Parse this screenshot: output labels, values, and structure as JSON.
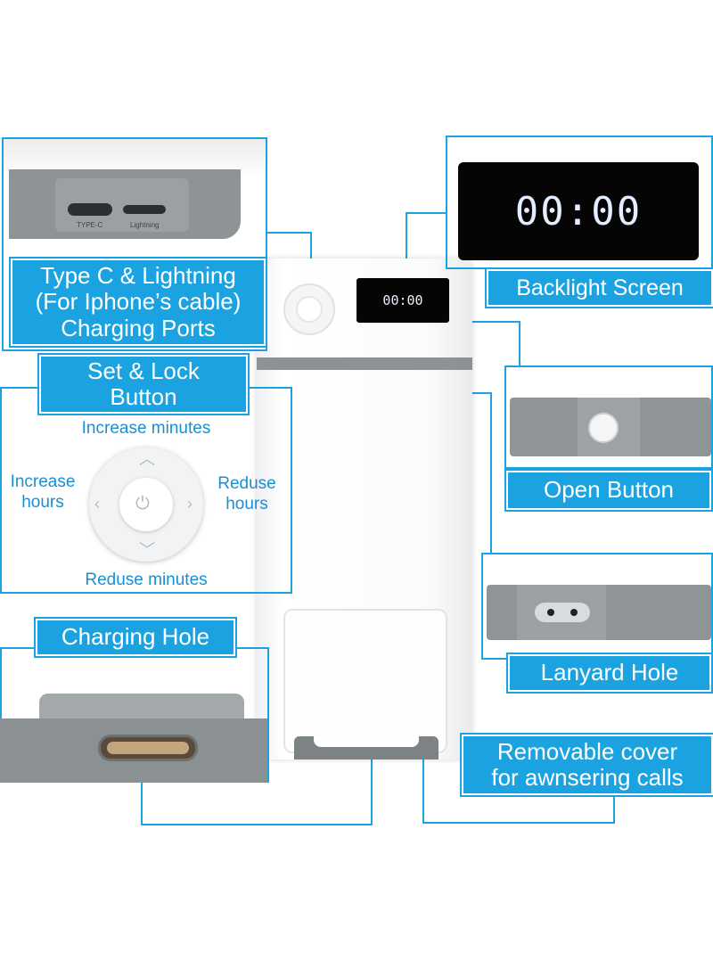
{
  "labels": {
    "ports": "Type C & Lightning\n(For Iphone’s cable)\nCharging Ports",
    "screen": "Backlight Screen",
    "set_lock": "Set & Lock\nButton",
    "open": "Open Button",
    "lanyard": "Lanyard Hole",
    "charging_hole": "Charging Hole",
    "cover": "Removable cover\nfor awnsering calls"
  },
  "dial_labels": {
    "increase_minutes": "Increase minutes",
    "increase_hours": "Increase\nhours",
    "reduse_hours": "Reduse\nhours",
    "reduse_minutes": "Reduse minutes"
  },
  "port_captions": {
    "type_c": "TYPE-C",
    "lightning": "Lightning"
  },
  "screen_display": "00:00",
  "mini_display": "00:00",
  "colors": {
    "accent": "#1aa3e0",
    "device_gray": "#8d9294"
  }
}
